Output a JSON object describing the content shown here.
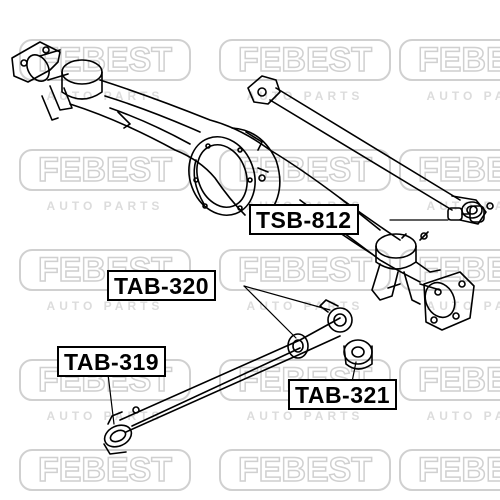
{
  "watermark": {
    "brand": "FEBEST",
    "sub": "AUTO PARTS"
  },
  "callouts": {
    "tsb812": "TSB-812",
    "tab320": "TAB-320",
    "tab319": "TAB-319",
    "tab321": "TAB-321"
  },
  "colors": {
    "line": "#000000",
    "watermark": "#d9d9d9",
    "background": "#ffffff"
  }
}
